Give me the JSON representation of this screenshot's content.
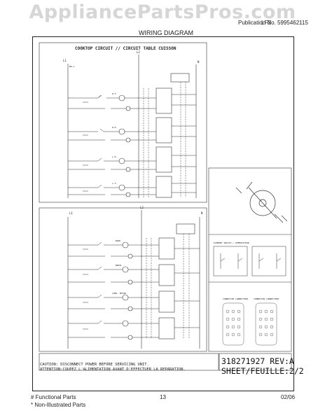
{
  "watermark": "AppliancePartsPros.com",
  "header": {
    "model": "LF3",
    "part_ref": "Publication No. 5995462115",
    "title": "WIRING DIAGRAM"
  },
  "diagram": {
    "top_title": "COOKTOP CIRCUIT // CIRCUIT TABLE CUISSON",
    "top_lines": [
      "L1",
      "L2",
      "N"
    ],
    "bottom_lines": [
      "L1",
      "L2",
      "N"
    ],
    "line_code": "BK-1",
    "element_labels": [
      "R.F.",
      "R.R.",
      "L.R.",
      "L.F."
    ],
    "oven_labels": [
      "BAKE",
      "BROIL"
    ],
    "fan_motor_label": "CONV. MOTOR",
    "connector_labels": [
      "CONNECTOR CONNECTEUR",
      "CONNECTOR CONNECTEUR"
    ],
    "mid_label": "ELEMENT SWITCH / COMMUTATEUR"
  },
  "caution": {
    "line1": "CAUTION: DISCONNECT POWER BEFORE SERVICING UNIT.",
    "line2": "ATTENTION:COUPEZ L'ALIMENTATION AVANT D'EFFECTUER LA REPARATION."
  },
  "doc": {
    "number": "318271927 REV:A",
    "sheet": "SHEET/FEUILLE:2/2"
  },
  "footer": {
    "functional": "# Functional Parts",
    "non_illustrated": "* Non-Illustrated Parts",
    "page": "13",
    "date": "02/06"
  }
}
